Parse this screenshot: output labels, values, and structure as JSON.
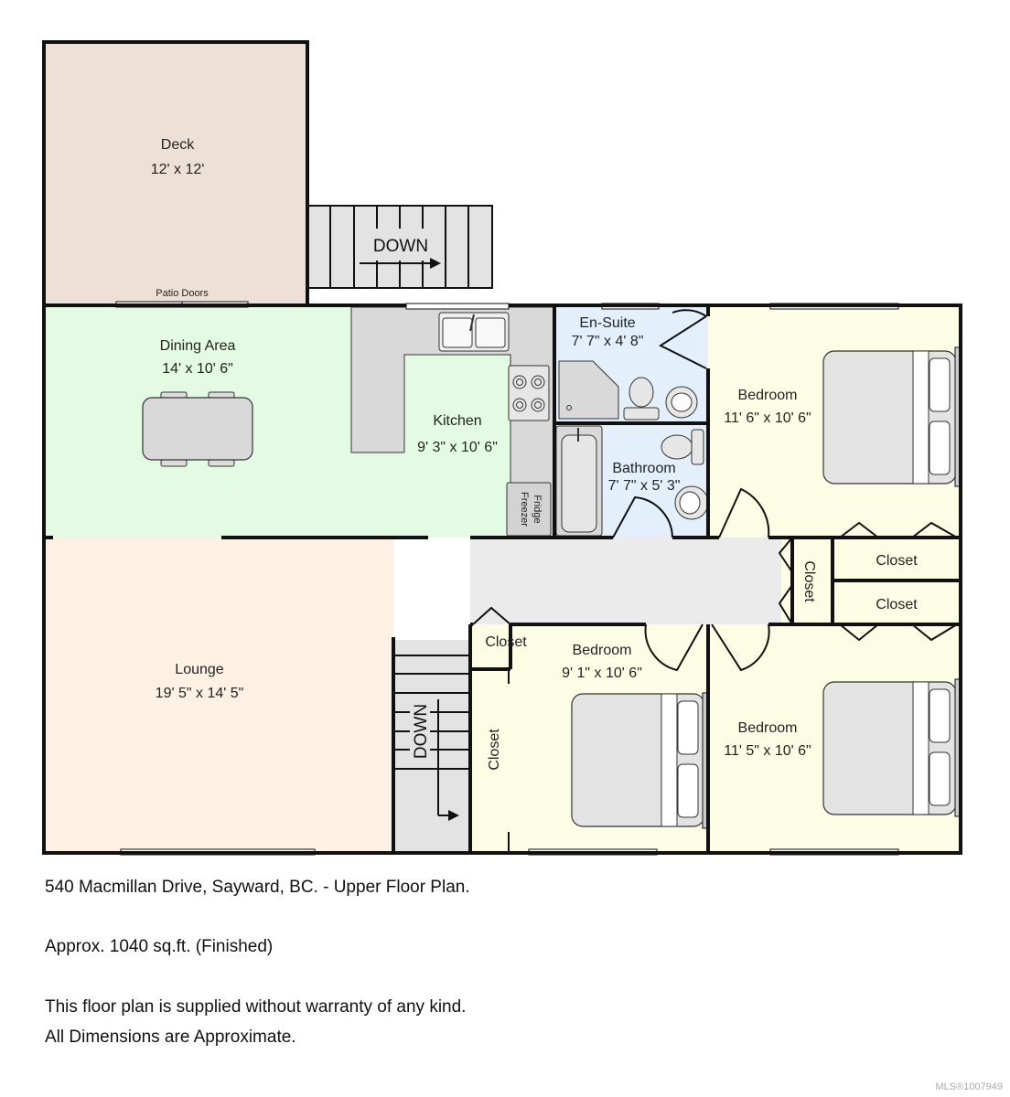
{
  "plan": {
    "colors": {
      "deck": "#ede0d6",
      "dining": "#e2fbe2",
      "kitchen_counter": "#d9d9d9",
      "bath": "#e3f0fb",
      "bedroom": "#fdfde6",
      "lounge": "#fdf1e4",
      "hall": "#ebebeb",
      "stairs": "#e3e3e3",
      "wall": "#111111"
    },
    "rooms": {
      "deck": {
        "name": "Deck",
        "dims": "12' x 12'"
      },
      "dining": {
        "name": "Dining Area",
        "dims": "14' x 10' 6\""
      },
      "kitchen": {
        "name": "Kitchen",
        "dims": "9' 3\" x 10' 6\""
      },
      "ensuite": {
        "name": "En-Suite",
        "dims": "7' 7\" x 4' 8\""
      },
      "bathroom": {
        "name": "Bathroom",
        "dims": "7' 7\" x 5' 3\""
      },
      "bedroom_ne": {
        "name": "Bedroom",
        "dims": "11' 6\" x 10' 6\""
      },
      "lounge": {
        "name": "Lounge",
        "dims": "19' 5\" x 14' 5\""
      },
      "bedroom_s": {
        "name": "Bedroom",
        "dims": "9' 1\" x 10' 6\""
      },
      "bedroom_se": {
        "name": "Bedroom",
        "dims": "11' 5\" x 10' 6\""
      }
    },
    "labels": {
      "patio_doors": "Patio Doors",
      "stairs_deck": "DOWN",
      "stairs_interior": "DOWN",
      "fridge_line1": "Fridge",
      "fridge_line2": "Freezer",
      "closet_hall": "Closet",
      "closet_ne_upper": "Closet",
      "closet_ne_lower": "Closet",
      "closet_s_small": "Closet",
      "closet_s_side": "Closet"
    }
  },
  "notes": {
    "address": "540 Macmillan Drive, Sayward, BC. - Upper Floor Plan.",
    "area": "Approx. 1040 sq.ft. (Finished)",
    "disclaimer1": "This floor plan is supplied without warranty of any kind.",
    "disclaimer2": "All Dimensions are Approximate."
  },
  "watermark": "MLS®1007949"
}
